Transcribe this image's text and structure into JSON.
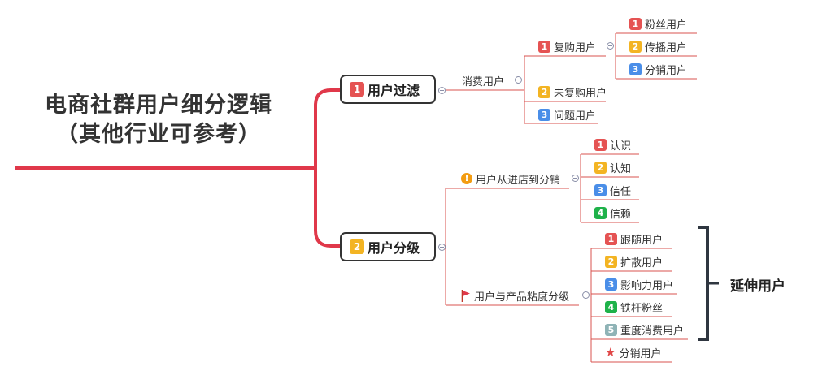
{
  "root": {
    "title_line1": "电商社群用户细分逻辑",
    "title_line2": "（其他行业可参考）"
  },
  "branch1": {
    "label": "用户过滤",
    "badge": "1",
    "child": {
      "label": "消费用户",
      "items": [
        {
          "badge": "1",
          "label": "复购用户",
          "children": [
            {
              "badge": "1",
              "label": "粉丝用户"
            },
            {
              "badge": "2",
              "label": "传播用户"
            },
            {
              "badge": "3",
              "label": "分销用户"
            }
          ]
        },
        {
          "badge": "2",
          "label": "未复购用户"
        },
        {
          "badge": "3",
          "label": "问题用户"
        }
      ]
    }
  },
  "branch2": {
    "label": "用户分级",
    "badge": "2",
    "groupA": {
      "icon": "warning-icon",
      "label": "用户从进店到分销",
      "items": [
        {
          "badge": "1",
          "label": "认识"
        },
        {
          "badge": "2",
          "label": "认知"
        },
        {
          "badge": "3",
          "label": "信任"
        },
        {
          "badge": "4",
          "label": "信赖"
        }
      ]
    },
    "groupB": {
      "icon": "flag-icon",
      "label": "用户与产品粘度分级",
      "items": [
        {
          "badge": "1",
          "label": "跟随用户"
        },
        {
          "badge": "2",
          "label": "扩散用户"
        },
        {
          "badge": "3",
          "label": "影响力用户"
        },
        {
          "badge": "4",
          "label": "铁杆粉丝"
        },
        {
          "badge": "5",
          "label": "重度消费用户"
        },
        {
          "icon": "star-icon",
          "label": "分销用户"
        }
      ]
    }
  },
  "bracket_label": "延伸用户",
  "colors": {
    "main_branch": "#e0384a",
    "sub_line": "#d9534f",
    "badge_red": "#e55353",
    "badge_yellow": "#f3b423",
    "badge_blue": "#4a8ee8",
    "badge_green": "#1fb24a",
    "badge_gray": "#8fb3b6",
    "bracket": "#2f3640"
  }
}
